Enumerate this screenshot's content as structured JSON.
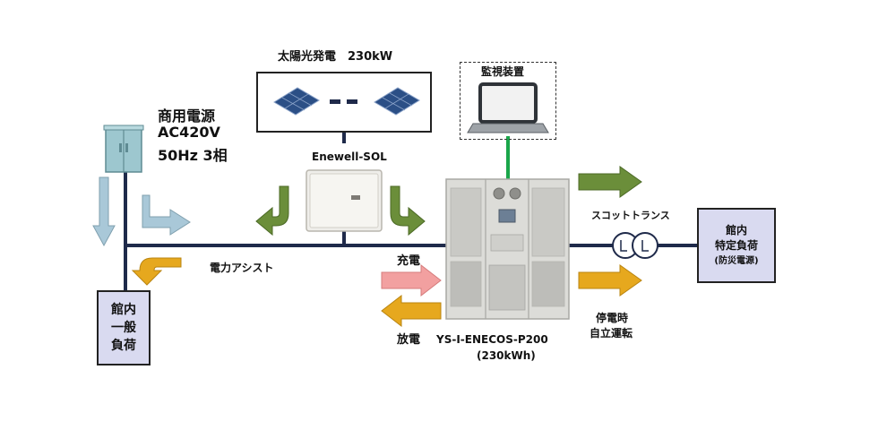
{
  "labels": {
    "solar_title": "太陽光発電　230kW",
    "monitor_title": "監視装置",
    "grid_name": "商用電源",
    "grid_voltage": "AC420V",
    "grid_spec": "50Hz 3相",
    "pcs_name": "Enewell-SOL",
    "power_assist": "電力アシスト",
    "charge": "充電",
    "discharge": "放電",
    "battery_model": "YS-I-ENECOS-P200",
    "battery_capacity": "(230kWh)",
    "scott_transformer": "スコットトランス",
    "blackout_line1": "停電時",
    "blackout_line2": "自立運転"
  },
  "general_load": {
    "line1": "館内",
    "line2": "一般",
    "line3": "負荷"
  },
  "special_load": {
    "line1": "館内",
    "line2": "特定負荷",
    "line3": "(防災電源)"
  },
  "colors": {
    "bus_line": "#1f2a4a",
    "green_link": "#1aa64a",
    "grid_arrow": "#a9c8d8",
    "pv_arrow": "#6b8e3a",
    "assist_arrow": "#e6a81e",
    "charge_arrow": "#f2a0a0",
    "discharge_arrow": "#e6a81e",
    "out_arrow_green": "#6b8e3a",
    "out_arrow_yellow": "#e6a81e",
    "load_fill": "#d9daf0"
  }
}
